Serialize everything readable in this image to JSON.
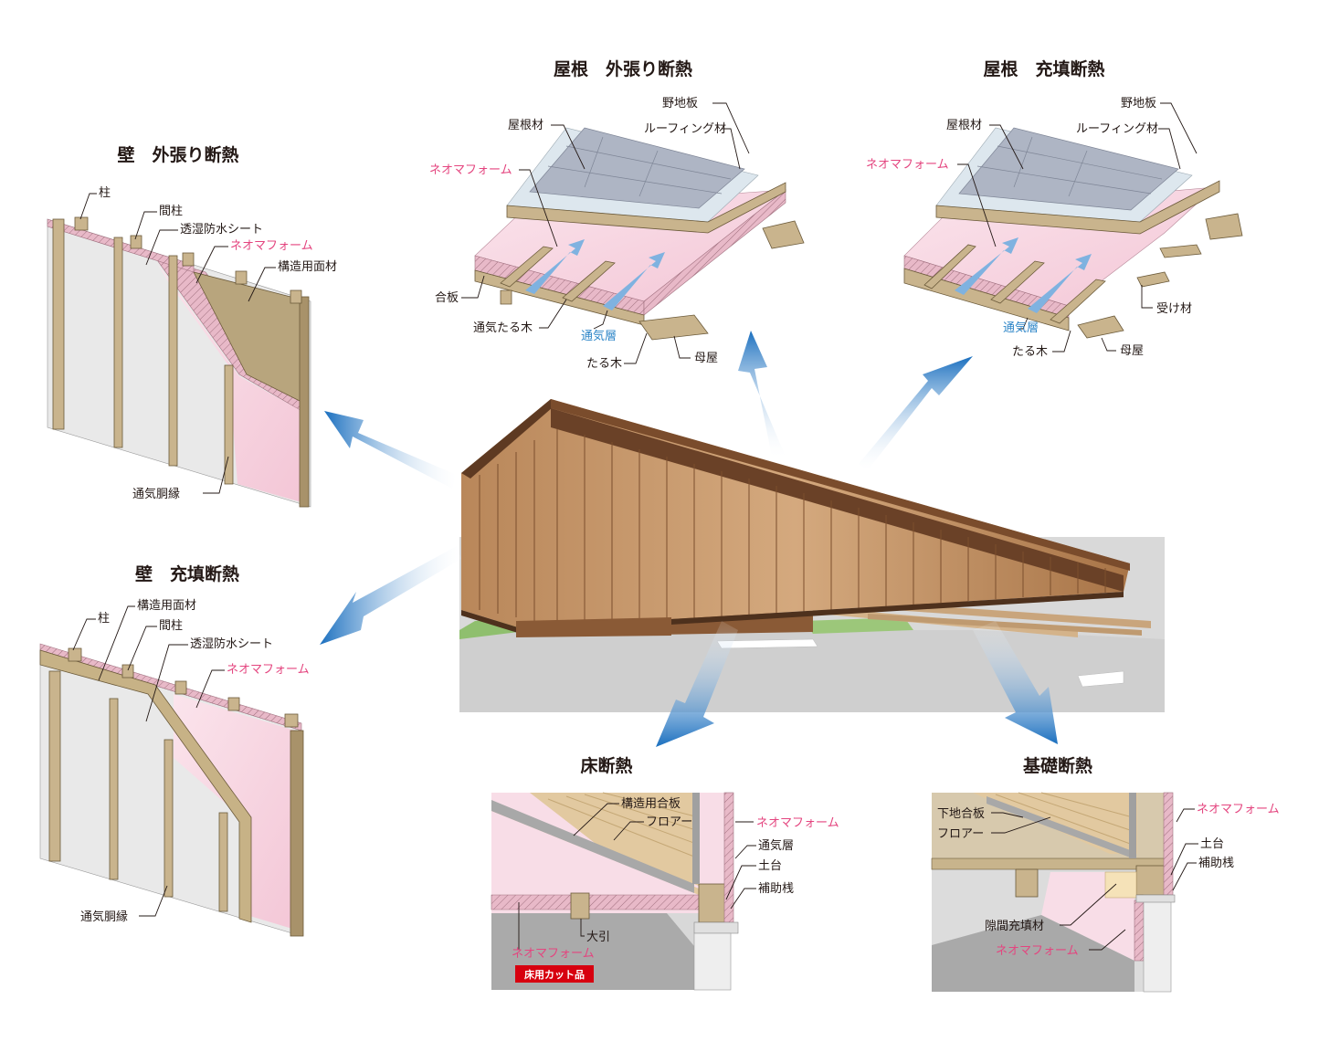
{
  "colors": {
    "accent_pink": "#e4457f",
    "vent_blue": "#2e86c8",
    "arrow_blue": "#1a6fbf",
    "badge_red": "#d7000f"
  },
  "titles": {
    "wall_outer": "壁　外張り断熱",
    "wall_fill": "壁　充填断熱",
    "roof_outer": "屋根　外張り断熱",
    "roof_fill": "屋根　充填断熱",
    "floor": "床断熱",
    "foundation": "基礎断熱"
  },
  "wall_outer": {
    "hashira": "柱",
    "mabashira": "間柱",
    "sheet": "透湿防水シート",
    "neoma": "ネオマフォーム",
    "panel": "構造用面材",
    "furring": "通気胴縁"
  },
  "wall_fill": {
    "hashira": "柱",
    "panel": "構造用面材",
    "mabashira": "間柱",
    "sheet": "透湿防水シート",
    "neoma": "ネオマフォーム",
    "furring": "通気胴縁"
  },
  "roof_outer": {
    "nojiita": "野地板",
    "roofing_mat": "屋根材",
    "roofing_felt": "ルーフィング材",
    "neoma": "ネオマフォーム",
    "plywood": "合板",
    "vent_rafter": "通気たる木",
    "vent_layer": "通気層",
    "rafter": "たる木",
    "purlin": "母屋"
  },
  "roof_fill": {
    "nojiita": "野地板",
    "roofing_mat": "屋根材",
    "roofing_felt": "ルーフィング材",
    "neoma": "ネオマフォーム",
    "support": "受け材",
    "vent_layer": "通気層",
    "rafter": "たる木",
    "purlin": "母屋"
  },
  "floor": {
    "plywood": "構造用合板",
    "flooring": "フロアー",
    "neoma_right": "ネオマフォーム",
    "vent_layer": "通気層",
    "sill": "土台",
    "aux": "補助桟",
    "beam": "大引",
    "neoma_left": "ネオマフォーム",
    "badge": "床用カット品"
  },
  "foundation": {
    "subfloor": "下地合板",
    "flooring": "フロアー",
    "neoma_right": "ネオマフォーム",
    "sill": "土台",
    "aux": "補助桟",
    "gap_fill": "隙間充填材",
    "neoma_bottom": "ネオマフォーム"
  }
}
